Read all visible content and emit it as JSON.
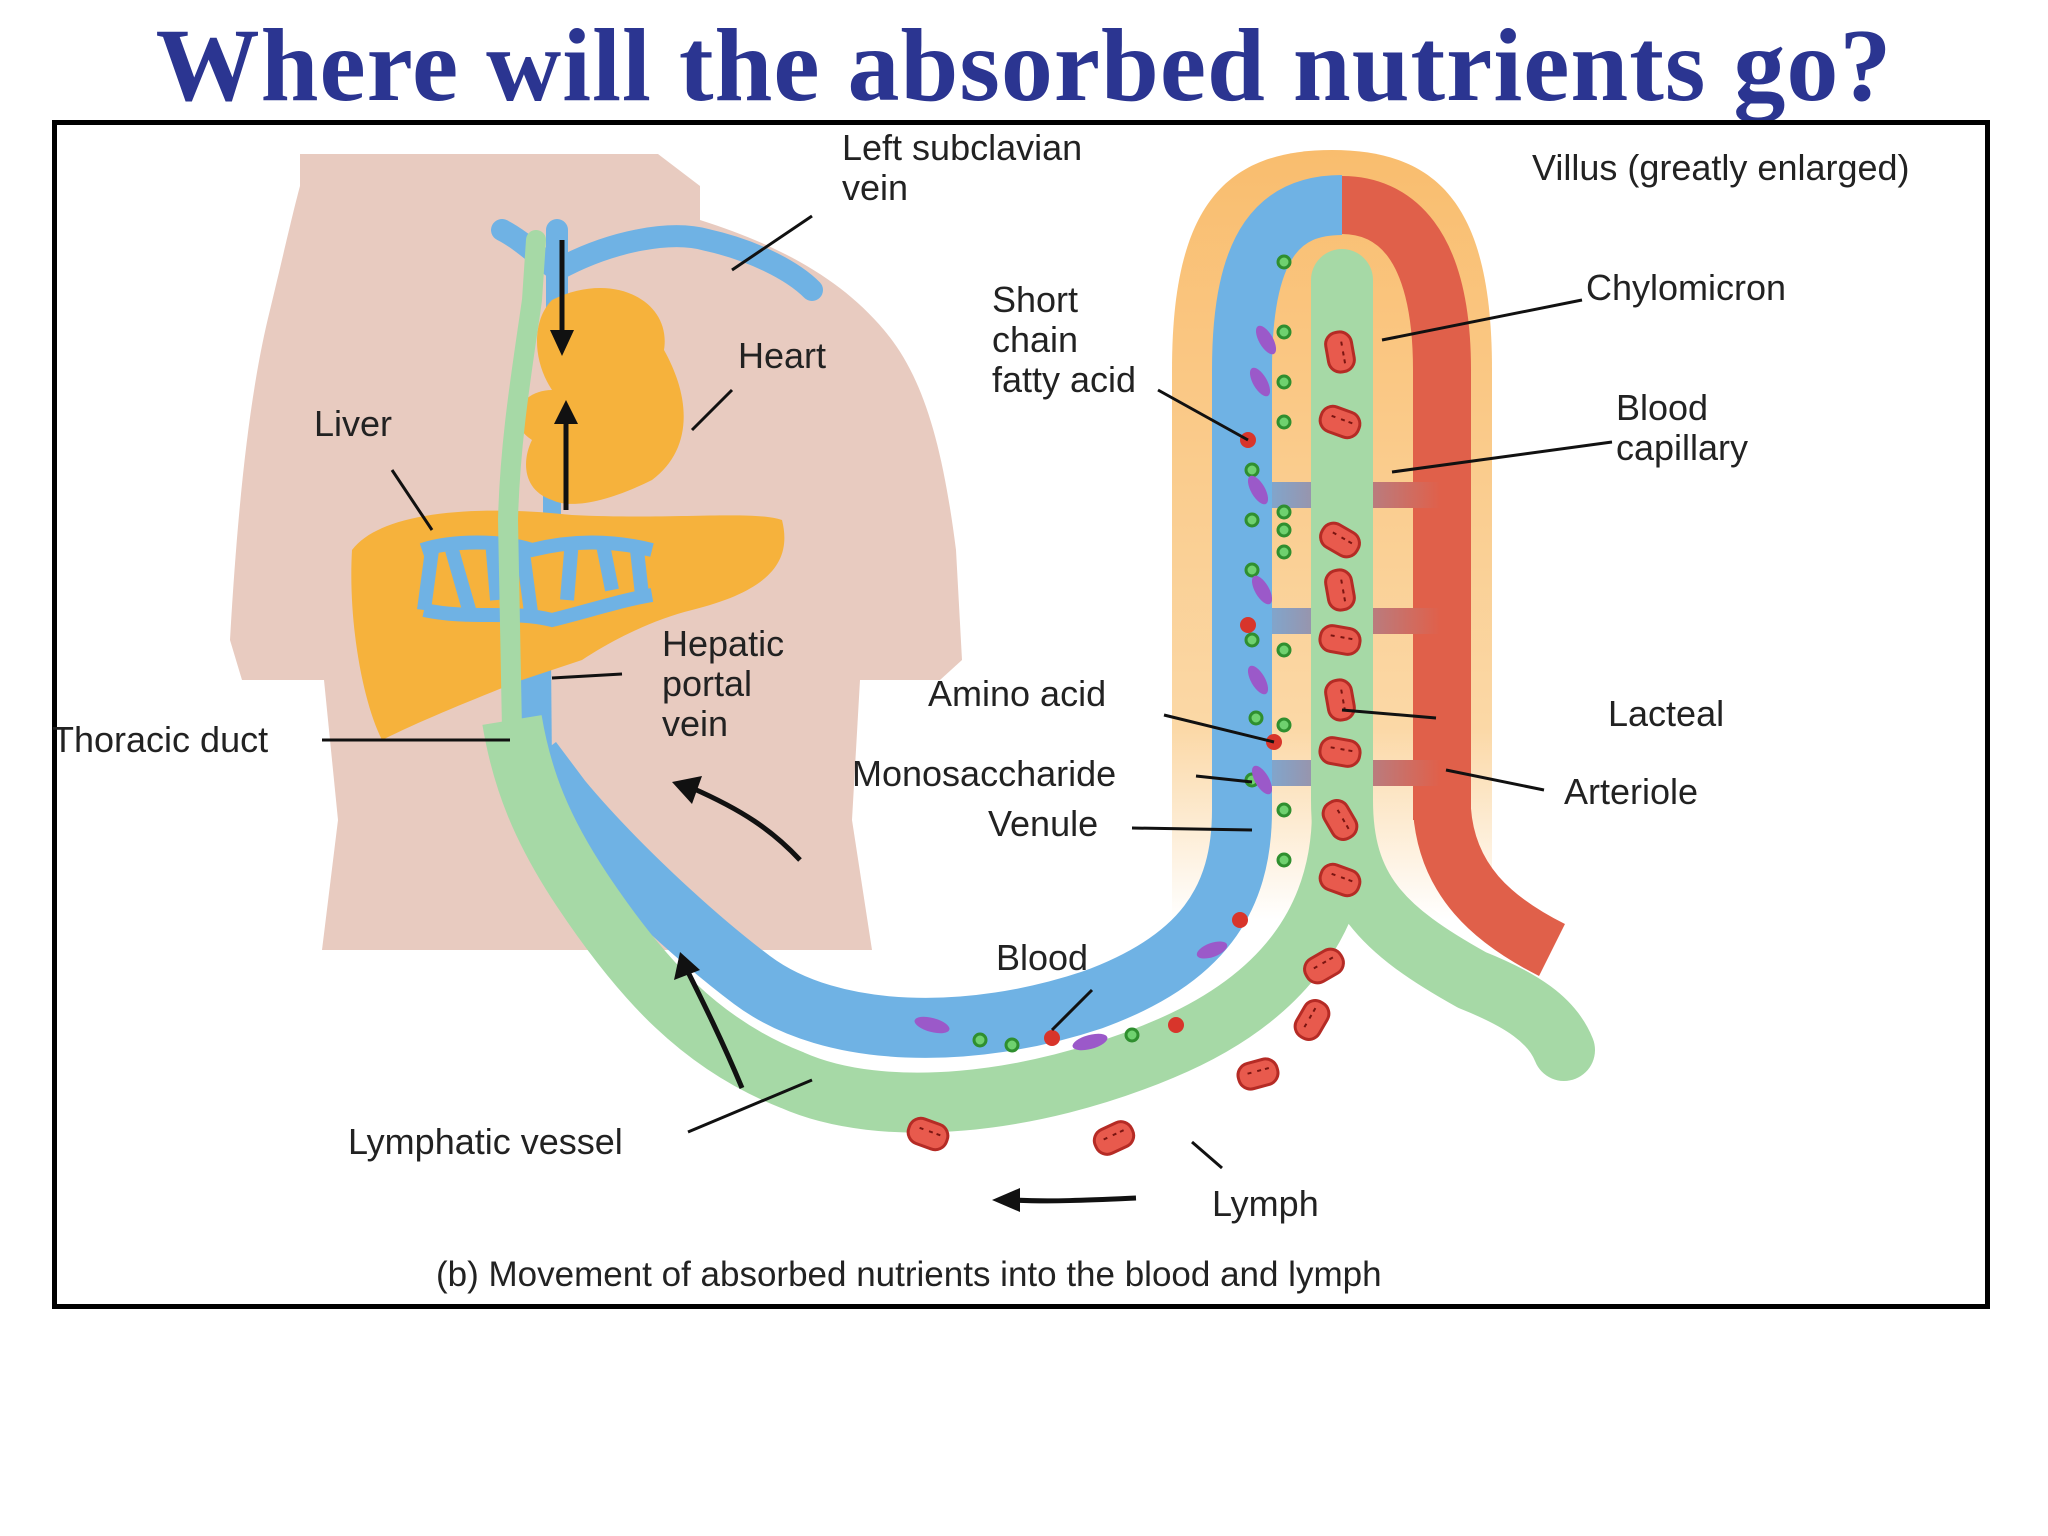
{
  "title": "Where will the absorbed nutrients go?",
  "labels": {
    "left_subclavian_line1": "Left subclavian",
    "left_subclavian_line2": "vein",
    "villus": "Villus (greatly enlarged)",
    "short_chain_line1": "Short",
    "short_chain_line2": "chain",
    "short_chain_line3": "fatty acid",
    "chylomicron": "Chylomicron",
    "heart": "Heart",
    "liver": "Liver",
    "blood_capillary_line1": "Blood",
    "blood_capillary_line2": "capillary",
    "hepatic_line1": "Hepatic",
    "hepatic_line2": "portal",
    "hepatic_line3": "vein",
    "thoracic_duct": "Thoracic duct",
    "amino_acid": "Amino acid",
    "monosaccharide": "Monosaccharide",
    "venule": "Venule",
    "lacteal": "Lacteal",
    "arteriole": "Arteriole",
    "blood": "Blood",
    "lymphatic_vessel": "Lymphatic vessel",
    "lymph": "Lymph"
  },
  "caption": "(b) Movement of absorbed nutrients into the blood and lymph",
  "colors": {
    "title": "#2b3591",
    "body": "#e8cbc0",
    "organ": "#f6b23c",
    "vein": "#6fb2e4",
    "lymph": "#a6d9a6",
    "artery": "#e0604a",
    "villus_tissue": "#fbd6a0"
  }
}
